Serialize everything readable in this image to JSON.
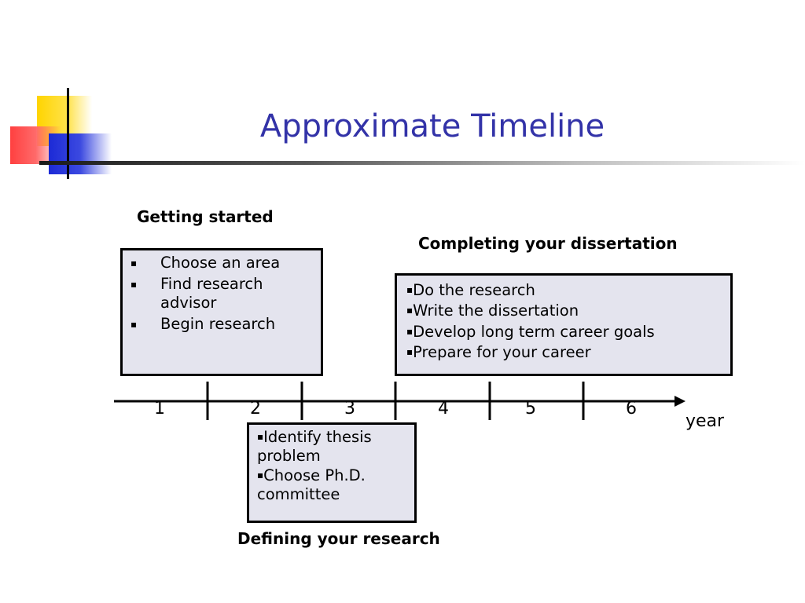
{
  "slide": {
    "title": "Approximate Timeline"
  },
  "phases": {
    "getting_started": {
      "label": "Getting started",
      "items": [
        "Choose an area",
        "Find research advisor",
        "Begin research"
      ]
    },
    "completing": {
      "label": "Completing your dissertation",
      "items": [
        "Do the research",
        "Write the dissertation",
        "Develop long term career goals",
        "Prepare for your career"
      ]
    },
    "defining": {
      "label": "Defining your research",
      "items": [
        "Identify thesis problem",
        "Choose Ph.D. committee"
      ]
    }
  },
  "axis": {
    "ticks": [
      "1",
      "2",
      "3",
      "4",
      "5",
      "6"
    ],
    "unit": "year"
  },
  "colors": {
    "title": "#3333a8",
    "box_fill": "#e4e4ee",
    "deco_yellow": "#ffd400",
    "deco_red": "#ff4040",
    "deco_blue": "#1c2ad6"
  }
}
